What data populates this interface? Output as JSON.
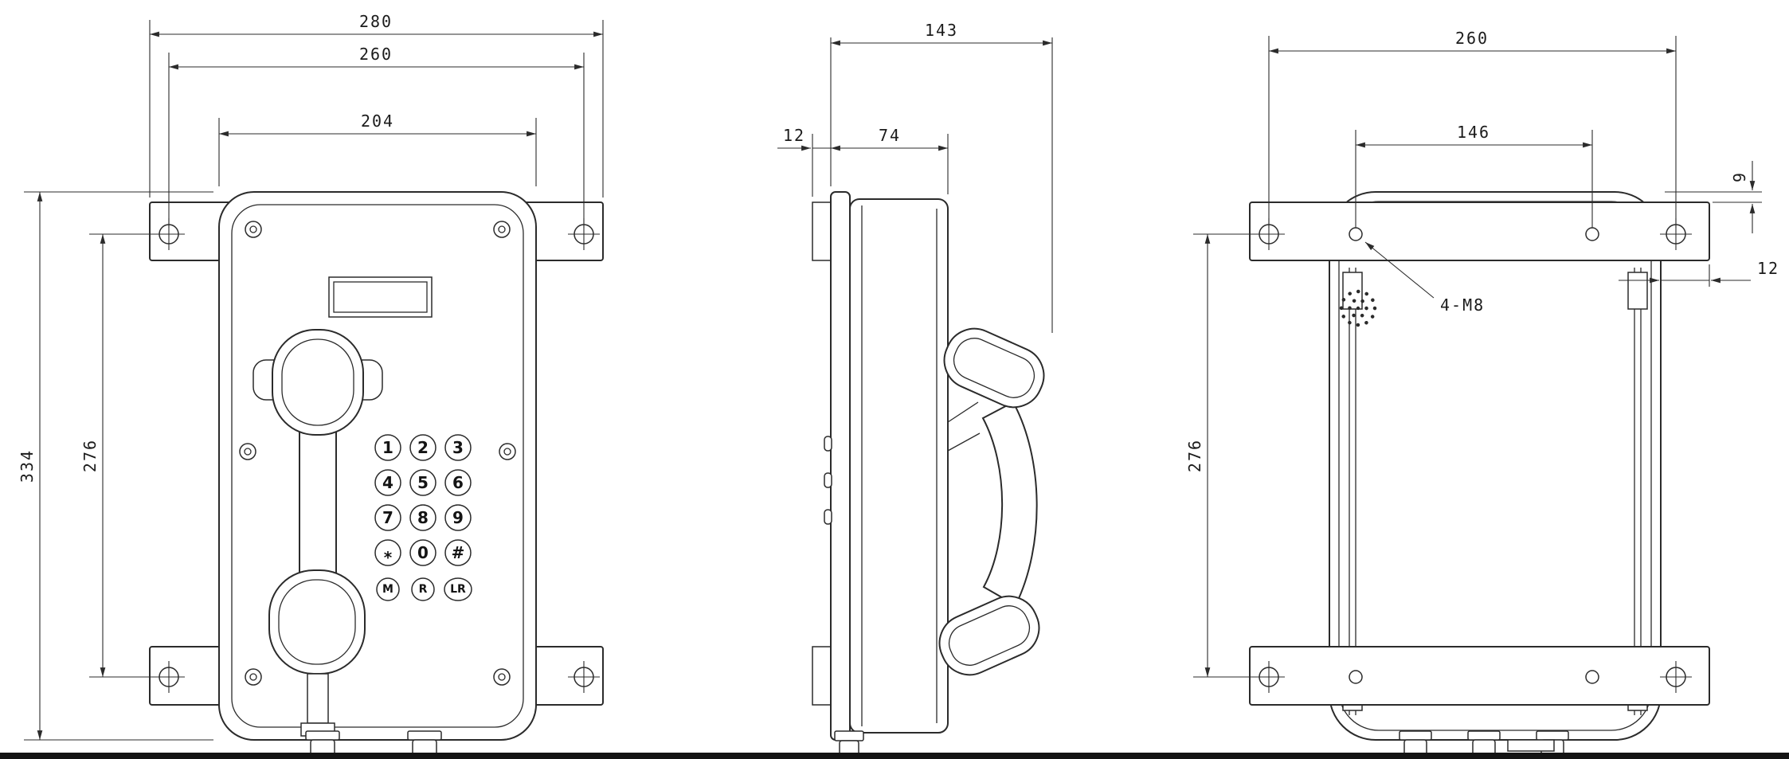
{
  "page": {
    "background": "#ffffff",
    "line_color": "#2b2b2b",
    "footer_bar_color": "#141414"
  },
  "views": {
    "front": {
      "dims": {
        "overall_width": "280",
        "mount_hole_width": "260",
        "body_width": "204",
        "overall_height": "334",
        "mount_hole_height": "276"
      },
      "keypad_keys": [
        "1",
        "2",
        "3",
        "4",
        "5",
        "6",
        "7",
        "8",
        "9",
        "*",
        "0",
        "#"
      ],
      "function_keys": [
        "M",
        "R",
        "LR"
      ]
    },
    "side": {
      "dims": {
        "overall_depth": "143",
        "flange_offset": "12",
        "body_depth": "74"
      }
    },
    "rear": {
      "dims": {
        "mount_hole_width": "260",
        "inner_hole_width": "146",
        "top_offset": "9",
        "side_offset": "12",
        "mount_hole_height": "276"
      },
      "mount_hole_label": "4-M8"
    }
  }
}
